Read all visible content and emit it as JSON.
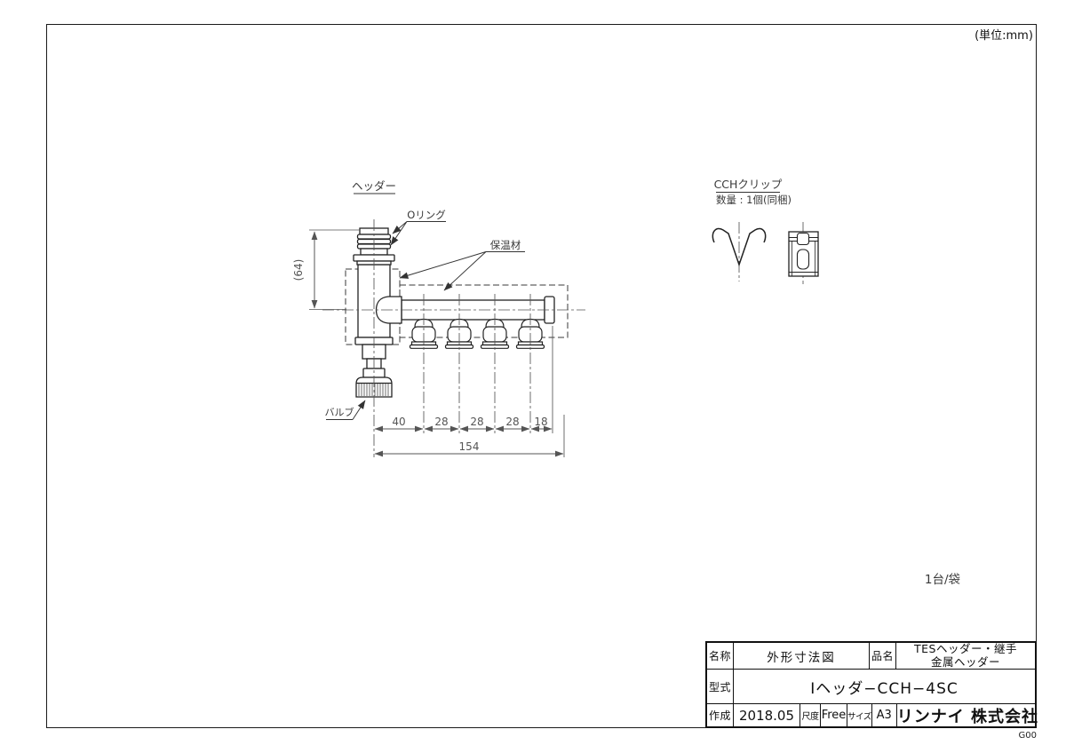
{
  "page": {
    "unit_note": "(単位:mm)",
    "bag_note": "1台/袋",
    "doc_code": "G00",
    "ink_color": "#222222"
  },
  "drawing": {
    "title": "ヘッダー",
    "labels": {
      "o_ring": "Oリング",
      "insulation": "保温材",
      "valve": "バルブ"
    },
    "dimensions": {
      "height": "(64)",
      "pitch": [
        "40",
        "28",
        "28",
        "28",
        "18"
      ],
      "overall": "154"
    }
  },
  "clip": {
    "title": "CCHクリップ",
    "quantity": "数量 : 1個(同梱)"
  },
  "title_block": {
    "name_label": "名称",
    "name_value": "外形寸法図",
    "product_label": "品名",
    "product_value_line1": "TESヘッダー・継手",
    "product_value_line2": "金属ヘッダー",
    "model_label": "型式",
    "model_value": "Iヘッダ−CCH−4SC",
    "created_label": "作成",
    "created_value": "2018.05",
    "scale_label": "尺度",
    "scale_value": "Free",
    "size_label": "サイズ",
    "size_value": "A3",
    "company": "リンナイ 株式会社"
  }
}
